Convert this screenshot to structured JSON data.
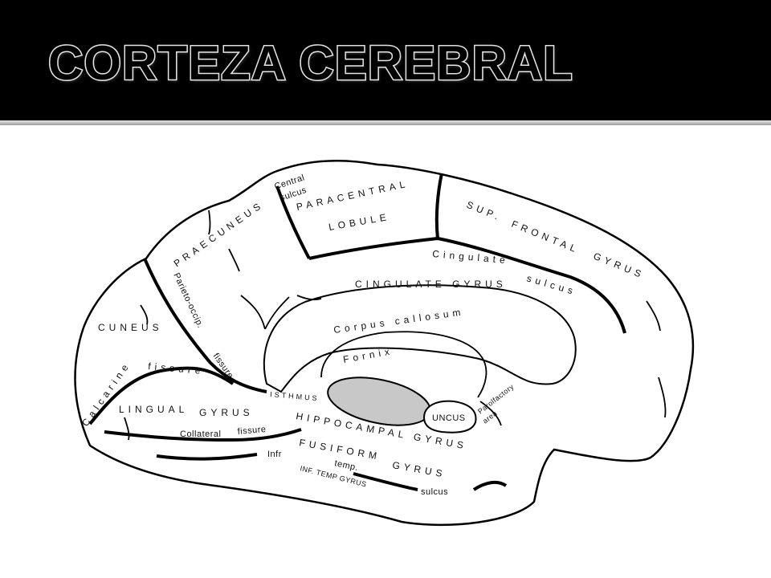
{
  "slide": {
    "title": "CORTEZA CEREBRAL",
    "colors": {
      "header_bg": "#000000",
      "title_outline": "#e2e2e2",
      "thalamus_fill": "#c8c8c8"
    }
  },
  "labels": {
    "central_sulcus_1": "Central",
    "central_sulcus_2": "sulcus",
    "paracentral": "PARACENTRAL",
    "lobule": "LOBULE",
    "sup": "SUP.",
    "frontal": "FRONTAL",
    "gyrus_frontal": "GYRUS",
    "praecuneus": "PRAECUNEUS",
    "parieto_occip": "Parieto-occip.",
    "cingulate": "Cingulate",
    "sulcus_cing": "sulcus",
    "cingulate_gyrus": "CINGULATE GYRUS",
    "cuneus": "CUNEUS",
    "corpus_callosum": "Corpus callosum",
    "fornix": "Fornix",
    "fissure_po": "fissure",
    "calcarine": "Calcarine",
    "fissure_calc": "fissure",
    "isthmus": "ISTHMUS",
    "lingual": "LINGUAL",
    "gyrus_lingual": "GYRUS",
    "parolfactory_1": "Parolfactory",
    "parolfactory_2": "area",
    "uncus": "UNCUS",
    "hippocampal": "HIPPOCAMPAL GYRUS",
    "collateral": "Collateral",
    "fissure_coll": "fissure",
    "fusiform": "FUSIFORM",
    "gyrus_fusiform": "GYRUS",
    "infr": "Infr",
    "temp": "temp.",
    "inf_temp_gyrus": "INF. TEMP GYRUS",
    "sulcus_inf": "sulcus"
  }
}
